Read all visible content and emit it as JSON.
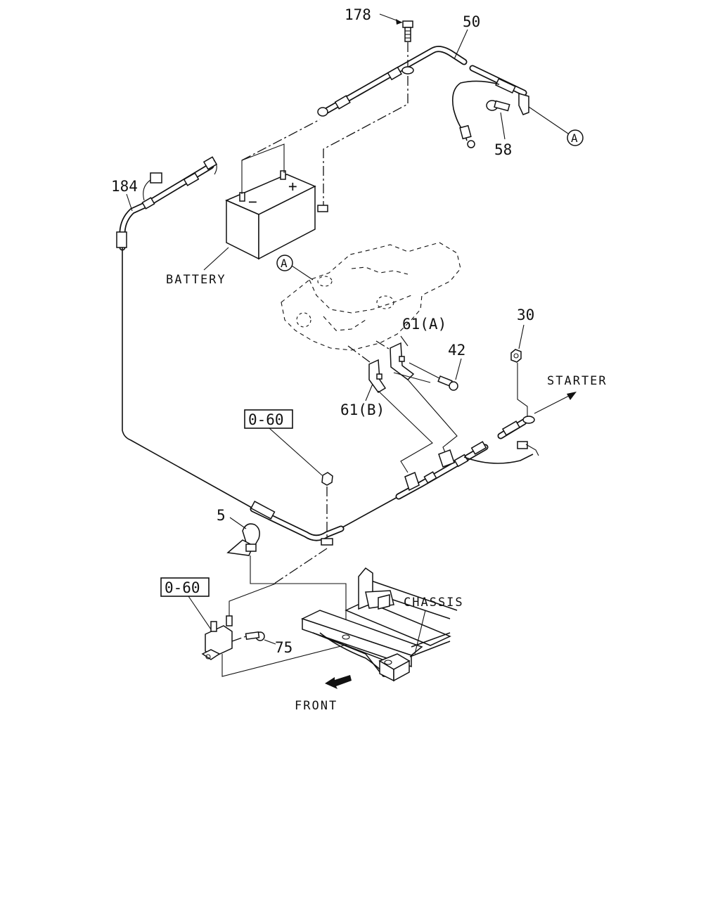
{
  "labels": {
    "p178": "178",
    "p50": "50",
    "p58": "58",
    "p184": "184",
    "p30": "30",
    "p61a": "61(A)",
    "p61b": "61(B)",
    "p42": "42",
    "p5": "5",
    "p75": "75",
    "ref_top": "0-60",
    "ref_bottom": "0-60",
    "callout_a": "A",
    "callout_a2": "A",
    "battery": "BATTERY",
    "starter": "STARTER",
    "chassis": "CHASSIS",
    "front": "FRONT",
    "minus": "−",
    "plus": "+"
  }
}
